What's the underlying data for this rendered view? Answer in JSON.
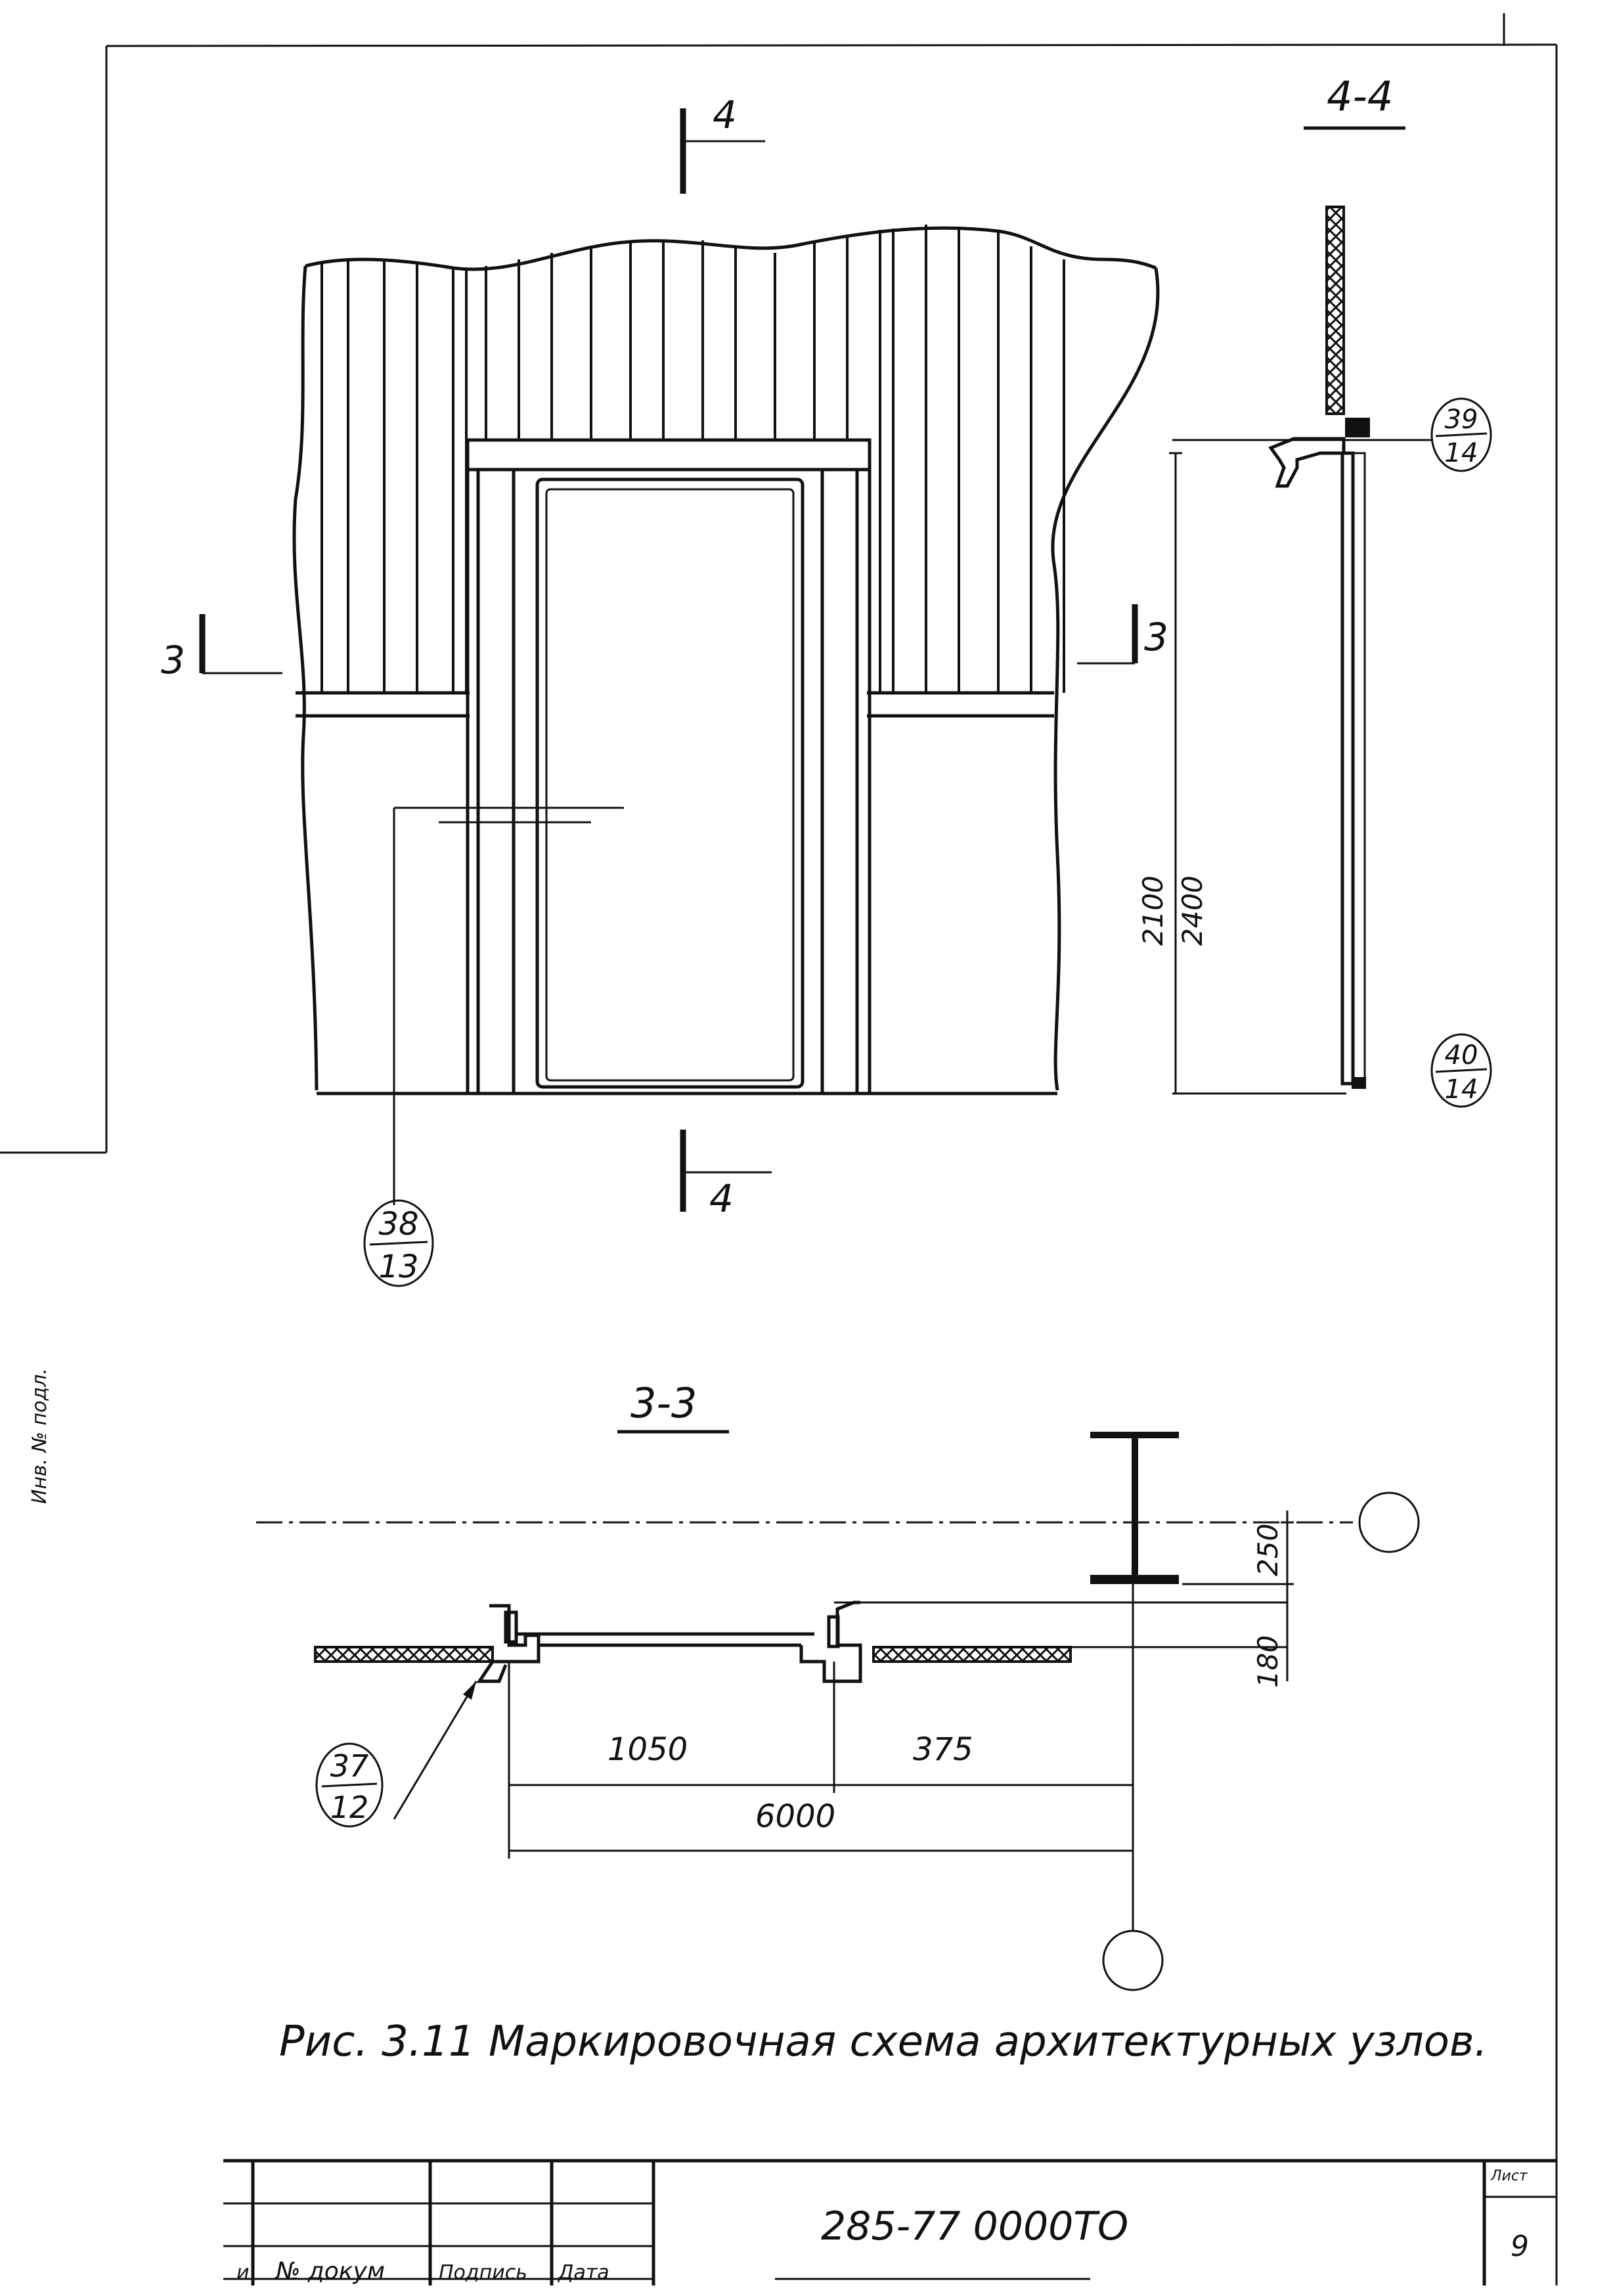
{
  "elevation": {
    "section_4_top": "4",
    "section_4_bottom": "4",
    "section_3_left": "3",
    "section_3_right": "3",
    "node_38": {
      "top": "38",
      "bottom": "13"
    }
  },
  "section_4_4": {
    "title": "4-4",
    "dim_2100": "2100",
    "dim_2400": "2400",
    "node_39": {
      "top": "39",
      "bottom": "14"
    },
    "node_40": {
      "top": "40",
      "bottom": "14"
    }
  },
  "section_3_3": {
    "title": "3-3",
    "dim_250": "250",
    "dim_180": "180",
    "dim_1050": "1050",
    "dim_375": "375",
    "dim_6000": "6000",
    "node_37": {
      "top": "37",
      "bottom": "12"
    }
  },
  "caption": "Рис. 3.11 Маркировочная схема архитектурных узлов.",
  "title_block": {
    "doc_code": "285-77 0000ТО",
    "sheet_label": "Лист",
    "sheet_number": "9",
    "col_doc_no": "№ докум",
    "col_signature": "Подпись",
    "col_date": "Дата",
    "col_row": "и"
  },
  "side_stamp": "Инв. № подл."
}
